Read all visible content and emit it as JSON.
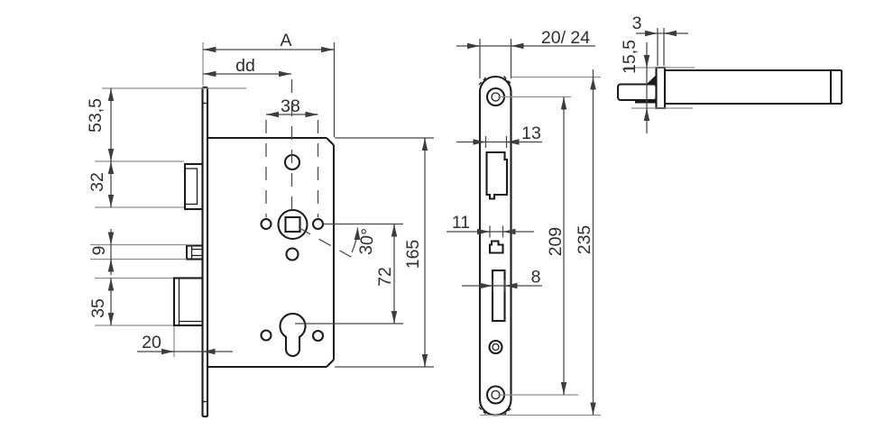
{
  "page": {
    "background": "#ffffff",
    "line_color": "#1c1c1c",
    "dim_line_color": "#474747",
    "text_color": "#2e2e2e",
    "subject": "mortise lock technical dimension drawing"
  },
  "views": {
    "side": {
      "dims": {
        "case_depth": "A",
        "backset": "dd",
        "follower_hole_spacing": "38",
        "plate_top_to_latch": "53,5",
        "latch_case_height": "32",
        "aux_bolt_height": "9",
        "deadbolt_height": "35",
        "deadbolt_throw": "20",
        "angle": "30°",
        "spindle_to_cylinder": "72",
        "case_height": "165"
      }
    },
    "faceplate": {
      "dims": {
        "plate_width": "20/ 24",
        "latch_width": "13",
        "aux_hole_width": "11",
        "bolt_slot_width": "8",
        "screw_spacing": "209",
        "plate_length": "235"
      }
    },
    "top": {
      "dims": {
        "plate_thickness": "3",
        "latch_projection": "15,5"
      }
    }
  }
}
